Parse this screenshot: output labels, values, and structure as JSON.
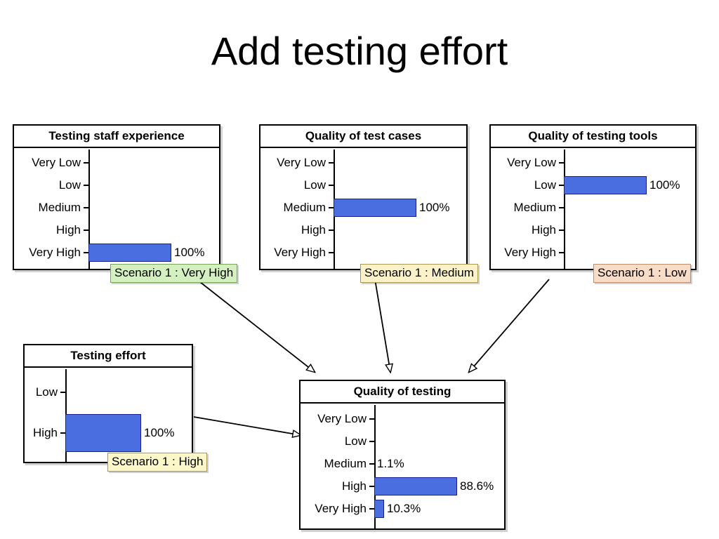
{
  "slide": {
    "title": "Add testing effort"
  },
  "nodes": [
    {
      "id": "testing-staff-experience",
      "title": "Testing staff experience",
      "states": [
        "Very Low",
        "Low",
        "Medium",
        "High",
        "Very High"
      ],
      "values": [
        "",
        "",
        "",
        "",
        "100%"
      ],
      "bar_pct": [
        0,
        0,
        0,
        0,
        100
      ],
      "badge": {
        "text": "Scenario 1 : Very High",
        "bg": "#d5f0c0",
        "border": "#7aa45c"
      }
    },
    {
      "id": "quality-of-test-cases",
      "title": "Quality of test cases",
      "states": [
        "Very Low",
        "Low",
        "Medium",
        "High",
        "Very High"
      ],
      "values": [
        "",
        "",
        "100%",
        "",
        ""
      ],
      "bar_pct": [
        0,
        0,
        100,
        0,
        0
      ],
      "badge": {
        "text": "Scenario 1 : Medium",
        "bg": "#fbf2c9",
        "border": "#a89a52"
      }
    },
    {
      "id": "quality-of-testing-tools",
      "title": "Quality of testing tools",
      "states": [
        "Very Low",
        "Low",
        "Medium",
        "High",
        "Very High"
      ],
      "values": [
        "",
        "100%",
        "",
        "",
        ""
      ],
      "bar_pct": [
        0,
        100,
        0,
        0,
        0
      ],
      "badge": {
        "text": "Scenario 1 : Low",
        "bg": "#f7dcc8",
        "border": "#bb8f6e"
      }
    },
    {
      "id": "testing-effort",
      "title": "Testing effort",
      "states": [
        "Low",
        "High"
      ],
      "values": [
        "",
        "100%"
      ],
      "bar_pct": [
        0,
        100
      ],
      "badge": {
        "text": "Scenario 1 : High",
        "bg": "#fbf7c9",
        "border": "#a89a52"
      }
    },
    {
      "id": "quality-of-testing",
      "title": "Quality of testing",
      "states": [
        "Very Low",
        "Low",
        "Medium",
        "High",
        "Very High"
      ],
      "values": [
        "",
        "",
        "1.1%",
        "88.6%",
        "10.3%"
      ],
      "bar_pct": [
        0,
        0,
        1.1,
        88.6,
        10.3
      ],
      "badge": null
    }
  ],
  "edges": [
    {
      "from": "testing-staff-experience",
      "to": "quality-of-testing",
      "name": "edge-staff-to-quality"
    },
    {
      "from": "quality-of-test-cases",
      "to": "quality-of-testing",
      "name": "edge-testcases-to-quality"
    },
    {
      "from": "quality-of-testing-tools",
      "to": "quality-of-testing",
      "name": "edge-tools-to-quality"
    },
    {
      "from": "testing-effort",
      "to": "quality-of-testing",
      "name": "edge-effort-to-quality"
    }
  ],
  "colors": {
    "bar_fill": "#4a6ee0",
    "bar_stroke": "#16208a",
    "node_border": "#000000",
    "background": "#ffffff"
  }
}
